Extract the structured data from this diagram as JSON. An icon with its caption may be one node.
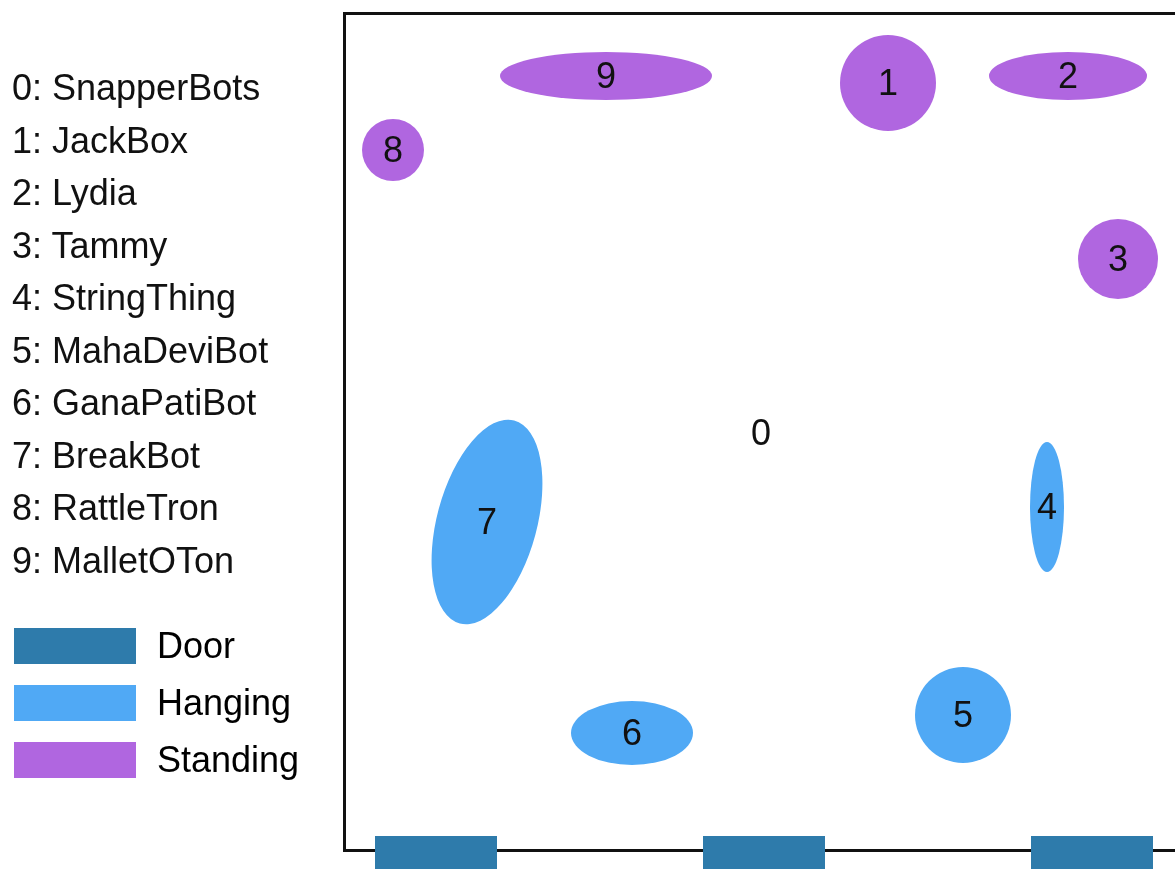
{
  "diagram": {
    "nodes": [
      {
        "text": [
          "0"
        ]
      },
      {
        "text": [
          "9"
        ],
        "in": 0
      },
      {
        "text": [
          "1"
        ],
        "in": 0
      },
      {
        "text": [
          "2"
        ],
        "in": 0
      },
      {
        "text": [
          "8"
        ],
        "in": 0
      },
      {
        "text": [
          "3"
        ],
        "in": 0
      },
      {
        "text": [
          "7"
        ],
        "in": 0
      },
      {
        "text": [
          "4"
        ],
        "in": 0
      },
      {
        "text": [
          "5"
        ],
        "in": 0
      },
      {
        "text": [
          "6"
        ],
        "in": 0
      },
      {
        "text": [],
        "shape": "bar"
      },
      {
        "text": [],
        "shape": "bar"
      },
      {
        "text": [],
        "shape": "bar"
      }
    ],
    "labels": [
      "0: SnapperBots",
      "1: JackBox",
      "2: Lydia",
      "3: Tammy",
      "4: StringThing",
      "5: MahaDeviBot",
      "6: GanaPatiBot",
      "7: BreakBot",
      "8: RattleTron",
      "9: MalletOTon"
    ],
    "legend": [
      {
        "text": "Door",
        "color": "#2e7bab"
      },
      {
        "text": "Hanging",
        "color": "#50a9f5"
      },
      {
        "text": "Standing",
        "color": "#b066e0"
      }
    ]
  }
}
